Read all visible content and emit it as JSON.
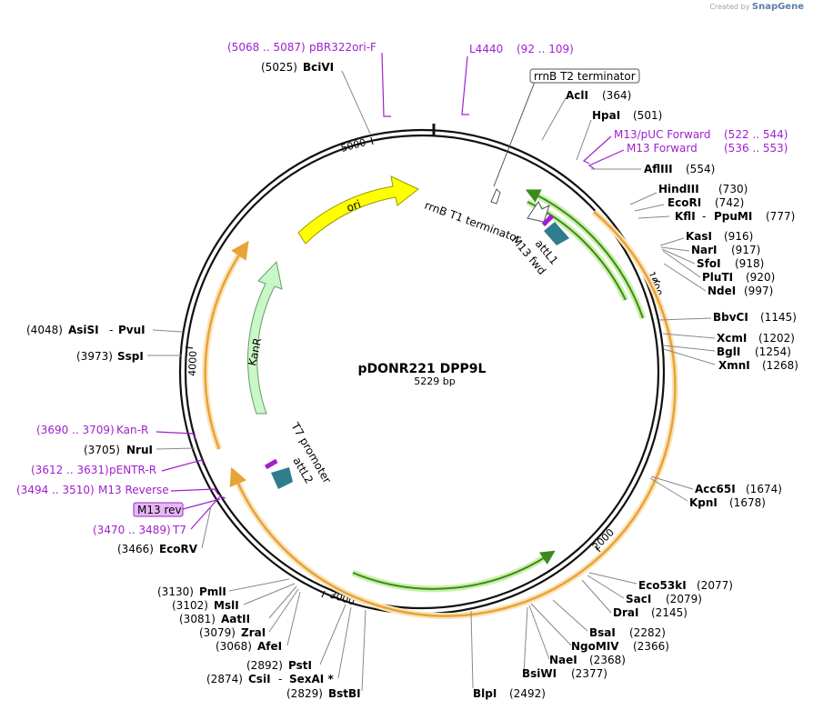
{
  "branding": {
    "created_by": "Created by",
    "product": "SnapGene"
  },
  "plasmid": {
    "name": "pDONR221 DPP9L",
    "length_label": "5229 bp",
    "length": 5229
  },
  "colors": {
    "backbone": "#111111",
    "label": "#000000",
    "number": "#222222",
    "primer": "#a020d0",
    "kanr_fill": "#c8f7c8",
    "kanr_stroke": "#6a9a6a",
    "ori_fill": "#ffff00",
    "ori_stroke": "#999900",
    "orange_arc": "#e8a23a",
    "orange_halo": "#fbe4b8",
    "green_arc": "#3d8a1c",
    "green_halo": "#c9f0a8",
    "att_fill": "#2f7c8c",
    "terminator_stroke": "#555555",
    "highlight_box": "#e6b8f5"
  },
  "ticks": [
    "1000",
    "2000",
    "3000",
    "4000",
    "5000"
  ],
  "features": {
    "ori": "ori",
    "kanr": "KanR",
    "rrnb_t1": "rrnB T1 terminator",
    "rrnb_t2": "rrnB T2 terminator",
    "attl1": "attL1",
    "attl2": "attL2",
    "m13fwd": "M13 fwd",
    "t7promoter": "T7 promoter"
  },
  "primers": [
    {
      "range": "(5068 .. 5087)",
      "name": "pBR322ori-F"
    },
    {
      "range": "(92 .. 109)",
      "name": "L4440"
    },
    {
      "range": "(522 .. 544)",
      "name": "M13/pUC Forward"
    },
    {
      "range": "(536 .. 553)",
      "name": "M13 Forward"
    },
    {
      "range": "(3690 .. 3709)",
      "name": "Kan-R"
    },
    {
      "range": "(3612 .. 3631)",
      "name": "pENTR-R"
    },
    {
      "range": "(3494 .. 3510)",
      "name": "M13 Reverse"
    },
    {
      "range": "",
      "name": "M13 rev"
    },
    {
      "range": "(3470 .. 3489)",
      "name": "T7"
    }
  ],
  "sites_right": [
    {
      "name": "AclI",
      "pos": "(364)"
    },
    {
      "name": "HpaI",
      "pos": "(501)"
    },
    {
      "name": "AflIII",
      "pos": "(554)"
    },
    {
      "name": "HindIII",
      "pos": "(730)"
    },
    {
      "name": "EcoRI",
      "pos": "(742)"
    },
    {
      "name": "KflI",
      "name2": "PpuMI",
      "pos": "(777)"
    },
    {
      "name": "KasI",
      "pos": "(916)"
    },
    {
      "name": "NarI",
      "pos": "(917)"
    },
    {
      "name": "SfoI",
      "pos": "(918)"
    },
    {
      "name": "PluTI",
      "pos": "(920)"
    },
    {
      "name": "NdeI",
      "pos": "(997)"
    },
    {
      "name": "BbvCI",
      "pos": "(1145)"
    },
    {
      "name": "XcmI",
      "pos": "(1202)"
    },
    {
      "name": "BglI",
      "pos": "(1254)"
    },
    {
      "name": "XmnI",
      "pos": "(1268)"
    },
    {
      "name": "Acc65I",
      "pos": "(1674)"
    },
    {
      "name": "KpnI",
      "pos": "(1678)"
    },
    {
      "name": "Eco53kI",
      "pos": "(2077)"
    },
    {
      "name": "SacI",
      "pos": "(2079)"
    },
    {
      "name": "DraI",
      "pos": "(2145)"
    },
    {
      "name": "BsaI",
      "pos": "(2282)"
    },
    {
      "name": "NgoMIV",
      "pos": "(2366)"
    },
    {
      "name": "NaeI",
      "pos": "(2368)"
    },
    {
      "name": "BsiWI",
      "pos": "(2377)"
    },
    {
      "name": "BlpI",
      "pos": "(2492)"
    }
  ],
  "sites_left": [
    {
      "name": "BciVI",
      "pos": "(5025)"
    },
    {
      "name": "AsiSI",
      "name2": "PvuI",
      "pos": "(4048)"
    },
    {
      "name": "SspI",
      "pos": "(3973)"
    },
    {
      "name": "NruI",
      "pos": "(3705)"
    },
    {
      "name": "EcoRV",
      "pos": "(3466)"
    },
    {
      "name": "PmlI",
      "pos": "(3130)"
    },
    {
      "name": "MslI",
      "pos": "(3102)"
    },
    {
      "name": "AatII",
      "pos": "(3081)"
    },
    {
      "name": "ZraI",
      "pos": "(3079)"
    },
    {
      "name": "AfeI",
      "pos": "(3068)"
    },
    {
      "name": "PstI",
      "pos": "(2892)"
    },
    {
      "name": "CsiI",
      "name2": "SexAI *",
      "pos": "(2874)"
    },
    {
      "name": "BstBI",
      "pos": "(2829)"
    }
  ]
}
